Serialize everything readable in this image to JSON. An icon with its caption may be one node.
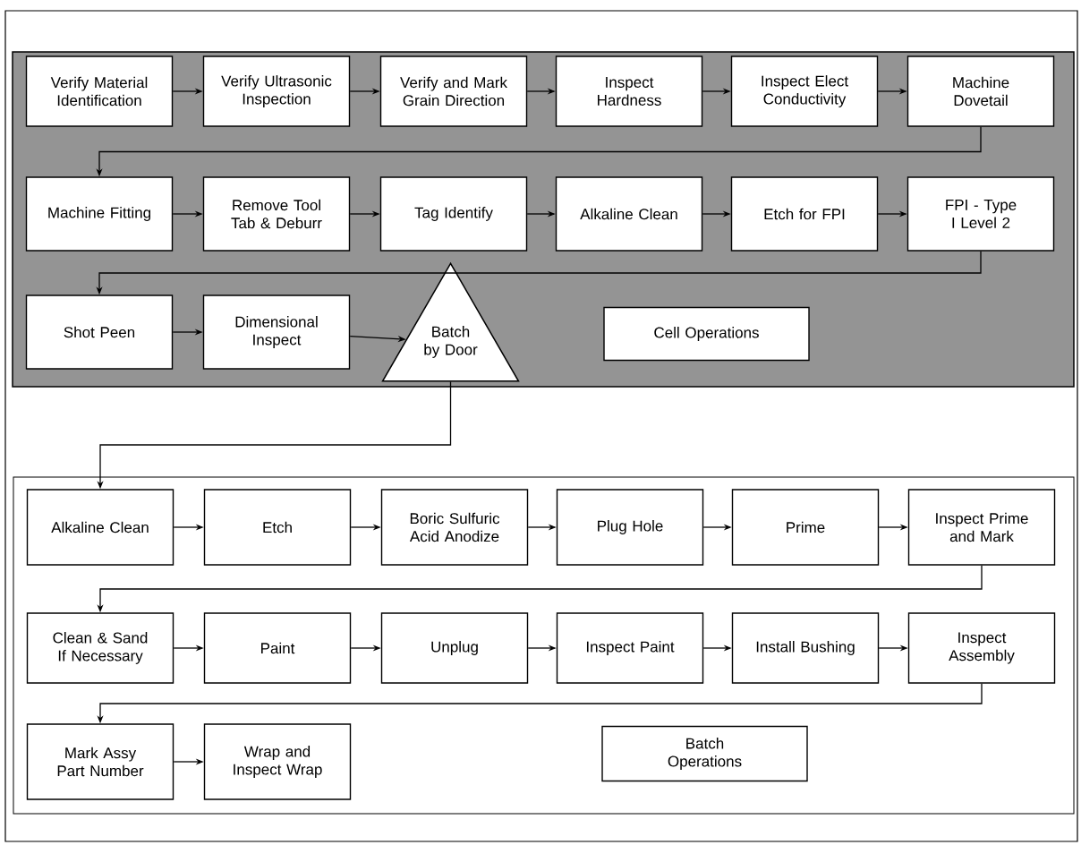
{
  "diagram": {
    "nodes": [
      {
        "text": [],
        "shape": "box"
      },
      {
        "text": [
          "Verify Material Identification"
        ],
        "in": 0
      },
      {
        "text": [
          "Verify Ultrasonic Inspection"
        ],
        "in": 0
      },
      {
        "text": [
          "Verify and Mark Grain Direction"
        ],
        "in": 0
      },
      {
        "text": [
          "Inspect Hardness"
        ],
        "in": 0
      },
      {
        "text": [
          "Inspect Elect Conductivity"
        ],
        "in": 0
      },
      {
        "text": [
          "Machine Dovetail"
        ],
        "in": 0
      },
      {
        "text": [
          "Machine Fitting"
        ],
        "in": 0
      },
      {
        "text": [
          "Remove Tool Tab & Deburr"
        ],
        "in": 0
      },
      {
        "text": [
          "Tag Identify"
        ],
        "in": 0
      },
      {
        "text": [
          "Alkaline Clean"
        ],
        "in": 0
      },
      {
        "text": [
          "Etch for FPI"
        ],
        "in": 0
      },
      {
        "text": [
          "FPI - Type I Level 2"
        ],
        "in": 0
      },
      {
        "text": [
          "Shot Peen"
        ],
        "in": 0
      },
      {
        "text": [
          "Dimensional Inspect"
        ],
        "in": 0
      },
      {
        "text": [
          "Batch by Door"
        ],
        "in": 0
      },
      {
        "text": [
          "Cell Operations"
        ],
        "in": 0
      },
      {
        "text": [],
        "shape": "box"
      },
      {
        "text": [
          "Alkaline Clean"
        ],
        "in": 17
      },
      {
        "text": [
          "Etch"
        ],
        "in": 17
      },
      {
        "text": [
          "Boric Sulfuric Acid Anodize"
        ],
        "in": 17
      },
      {
        "text": [
          "Plug Hole"
        ],
        "in": 17
      },
      {
        "text": [
          "Prime"
        ],
        "in": 17
      },
      {
        "text": [
          "Inspect Prime and Mark"
        ],
        "in": 17
      },
      {
        "text": [
          "Clean & Sand If Necessary"
        ],
        "in": 17
      },
      {
        "text": [
          "Paint"
        ],
        "in": 17
      },
      {
        "text": [
          "Unplug"
        ],
        "in": 17
      },
      {
        "text": [
          "Inspect Paint"
        ],
        "in": 17
      },
      {
        "text": [
          "Install Bushing"
        ],
        "in": 17
      },
      {
        "text": [
          "Inspect Assembly"
        ],
        "in": 17
      },
      {
        "text": [
          "Mark Assy Part Number"
        ],
        "in": 17
      },
      {
        "text": [
          "Wrap and Inspect Wrap"
        ],
        "in": 17
      },
      {
        "text": [
          "Batch Operations"
        ],
        "in": 17
      }
    ],
    "edges": [
      {
        "from": 1,
        "to": 2,
        "arrow": "to"
      },
      {
        "from": 2,
        "to": 3,
        "arrow": "to"
      },
      {
        "from": 3,
        "to": 4,
        "arrow": "to"
      },
      {
        "from": 4,
        "to": 5,
        "arrow": "to"
      },
      {
        "from": 5,
        "to": 6,
        "arrow": "to"
      },
      {
        "from": 6,
        "to": 7,
        "arrow": "to"
      },
      {
        "from": 7,
        "to": 8,
        "arrow": "to"
      },
      {
        "from": 8,
        "to": 9,
        "arrow": "to"
      },
      {
        "from": 9,
        "to": 10,
        "arrow": "to"
      },
      {
        "from": 10,
        "to": 11,
        "arrow": "to"
      },
      {
        "from": 11,
        "to": 12,
        "arrow": "to"
      },
      {
        "from": 12,
        "to": 13,
        "arrow": "to"
      },
      {
        "from": 13,
        "to": 14,
        "arrow": "to"
      },
      {
        "from": 14,
        "to": 15,
        "arrow": "to"
      },
      {
        "from": 15,
        "to": 18,
        "arrow": "to"
      },
      {
        "from": 18,
        "to": 19,
        "arrow": "to"
      },
      {
        "from": 19,
        "to": 20,
        "arrow": "to"
      },
      {
        "from": 20,
        "to": 21,
        "arrow": "to"
      },
      {
        "from": 21,
        "to": 22,
        "arrow": "to"
      },
      {
        "from": 22,
        "to": 23,
        "arrow": "to"
      },
      {
        "from": 23,
        "to": 24,
        "arrow": "to"
      },
      {
        "from": 24,
        "to": 25,
        "arrow": "to"
      },
      {
        "from": 25,
        "to": 26,
        "arrow": "to"
      },
      {
        "from": 26,
        "to": 27,
        "arrow": "to"
      },
      {
        "from": 27,
        "to": 28,
        "arrow": "to"
      },
      {
        "from": 28,
        "to": 29,
        "arrow": "to"
      },
      {
        "from": 29,
        "to": 30,
        "arrow": "to"
      },
      {
        "from": 30,
        "to": 31,
        "arrow": "to"
      }
    ]
  }
}
